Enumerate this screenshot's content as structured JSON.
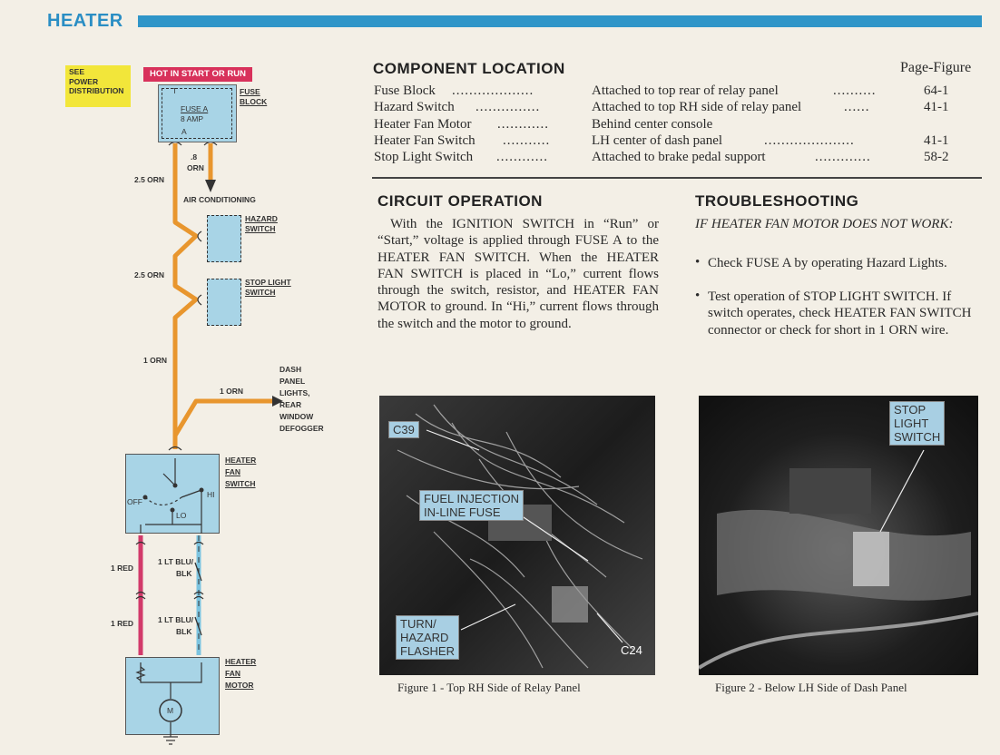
{
  "header": {
    "title": "HEATER"
  },
  "diagram": {
    "see_power": [
      "SEE",
      "POWER",
      "DISTRIBUTION"
    ],
    "hot_label": "HOT IN START OR RUN",
    "fuse_block_label": [
      "FUSE",
      "BLOCK"
    ],
    "fuse_a": "FUSE A",
    "fuse_amp": "8 AMP",
    "fuse_pin_a": "A",
    "fuse_pin_t": "T",
    "wire_8_orn": [
      ".8",
      "ORN"
    ],
    "air_conditioning": "AIR CONDITIONING",
    "wire_25_orn_1": "2.5 ORN",
    "hazard_switch": [
      "HAZARD",
      "SWITCH"
    ],
    "wire_25_orn_2": "2.5 ORN",
    "stop_light_switch": [
      "STOP LIGHT",
      "SWITCH"
    ],
    "wire_1_orn_1": "1 ORN",
    "wire_1_orn_2": "1 ORN",
    "dash_lights": [
      "DASH",
      "PANEL",
      "LIGHTS,",
      "REAR",
      "WINDOW",
      "DEFOGGER"
    ],
    "heater_fan_switch": [
      "HEATER",
      "FAN",
      "SWITCH"
    ],
    "sw_off": "OFF",
    "sw_hi": "HI",
    "sw_lo": "LO",
    "wire_1_red_1": "1 RED",
    "wire_ltblu_1": [
      "1 LT BLU/",
      "BLK"
    ],
    "wire_1_red_2": "1 RED",
    "wire_ltblu_2": [
      "1 LT BLU/",
      "BLK"
    ],
    "heater_fan_motor": [
      "HEATER",
      "FAN",
      "MOTOR"
    ],
    "motor_symbol": "M",
    "colors": {
      "wire_orange": "#e8962e",
      "wire_red": "#d23a6a",
      "wire_blue": "#7cc4e0",
      "box_blue": "#a8d4e6",
      "hot_red": "#d8315b",
      "see_yellow": "#f2e63a"
    }
  },
  "component_location": {
    "title": "COMPONENT LOCATION",
    "page_figure": "Page-Figure",
    "rows": [
      {
        "name": "Fuse Block",
        "dots": "...................",
        "location": "Attached to top rear of relay panel",
        "ldots": "..........",
        "ref": "64-1"
      },
      {
        "name": "Hazard Switch",
        "dots": "...............",
        "location": "Attached to top RH side of relay panel",
        "ldots": "......",
        "ref": "41-1"
      },
      {
        "name": "Heater Fan Motor",
        "dots": "............",
        "location": "Behind center console",
        "ldots": "",
        "ref": ""
      },
      {
        "name": "Heater Fan Switch",
        "dots": "...........",
        "location": "LH center of dash panel",
        "ldots": ".....................",
        "ref": "41-1"
      },
      {
        "name": "Stop Light Switch",
        "dots": "............",
        "location": "Attached to brake pedal support",
        "ldots": ".............",
        "ref": "58-2"
      }
    ]
  },
  "circuit_operation": {
    "title": "CIRCUIT OPERATION",
    "text": "With the IGNITION SWITCH in “Run” or “Start,” voltage is applied through FUSE A to the HEATER FAN SWITCH. When the HEATER FAN SWITCH is placed in “Lo,” current flows through the switch, resistor, and HEATER FAN MOTOR to ground. In “Hi,” current flows through the switch and the motor to ground."
  },
  "troubleshooting": {
    "title": "TROUBLESHOOTING",
    "intro": "IF HEATER FAN MOTOR DOES NOT WORK:",
    "bullets": [
      "Check FUSE A by operating Hazard Lights.",
      "Test operation of STOP LIGHT SWITCH. If switch operates, check HEATER FAN SWITCH connector or check for short in 1 ORN wire."
    ]
  },
  "figure1": {
    "labels": {
      "c39": "C39",
      "fuel": [
        "FUEL INJECTION",
        "IN-LINE FUSE"
      ],
      "turn": [
        "TURN/",
        "HAZARD",
        "FLASHER"
      ],
      "c24": "C24"
    },
    "caption": "Figure 1 - Top RH Side of Relay Panel"
  },
  "figure2": {
    "labels": {
      "stop": [
        "STOP",
        "LIGHT",
        "SWITCH"
      ]
    },
    "caption": "Figure 2 - Below LH Side of Dash Panel"
  }
}
